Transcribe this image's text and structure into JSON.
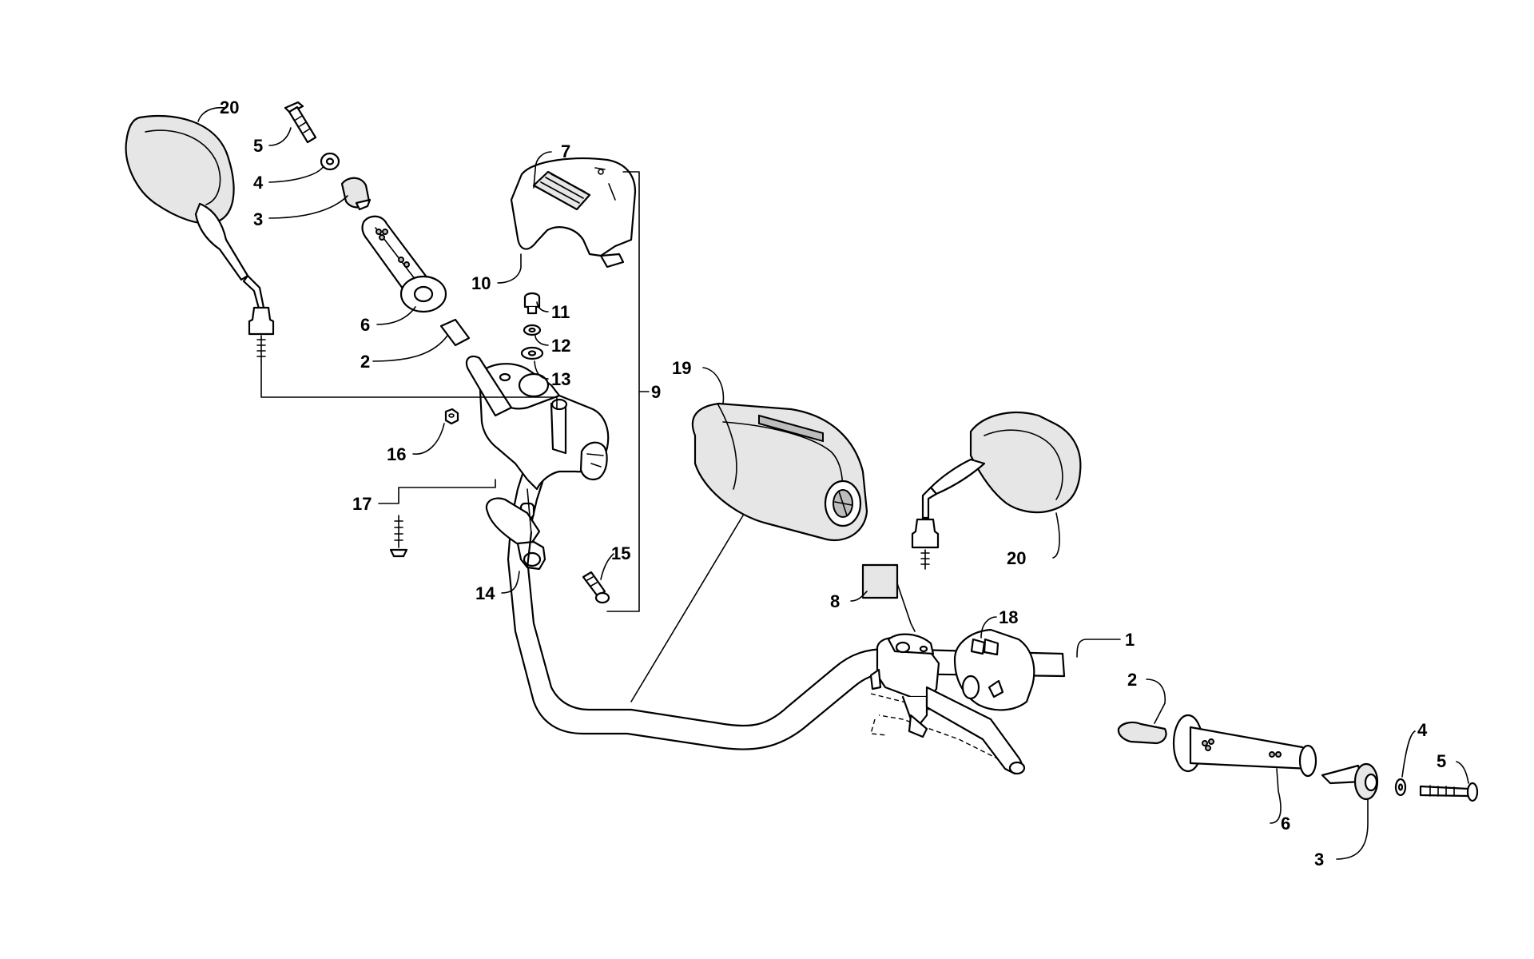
{
  "diagram": {
    "callouts": [
      {
        "id": "c20a",
        "label": "20"
      },
      {
        "id": "c5a",
        "label": "5"
      },
      {
        "id": "c4a",
        "label": "4"
      },
      {
        "id": "c3a",
        "label": "3"
      },
      {
        "id": "c6a",
        "label": "6"
      },
      {
        "id": "c2a",
        "label": "2"
      },
      {
        "id": "c7",
        "label": "7"
      },
      {
        "id": "c10",
        "label": "10"
      },
      {
        "id": "c11",
        "label": "11"
      },
      {
        "id": "c12",
        "label": "12"
      },
      {
        "id": "c13",
        "label": "13"
      },
      {
        "id": "c9",
        "label": "9"
      },
      {
        "id": "c16",
        "label": "16"
      },
      {
        "id": "c17",
        "label": "17"
      },
      {
        "id": "c15",
        "label": "15"
      },
      {
        "id": "c14",
        "label": "14"
      },
      {
        "id": "c19",
        "label": "19"
      },
      {
        "id": "c8",
        "label": "8"
      },
      {
        "id": "c18",
        "label": "18"
      },
      {
        "id": "c1",
        "label": "1"
      },
      {
        "id": "c2b",
        "label": "2"
      },
      {
        "id": "c20b",
        "label": "20"
      },
      {
        "id": "c4b",
        "label": "4"
      },
      {
        "id": "c5b",
        "label": "5"
      },
      {
        "id": "c6b",
        "label": "6"
      },
      {
        "id": "c3b",
        "label": "3"
      }
    ]
  }
}
